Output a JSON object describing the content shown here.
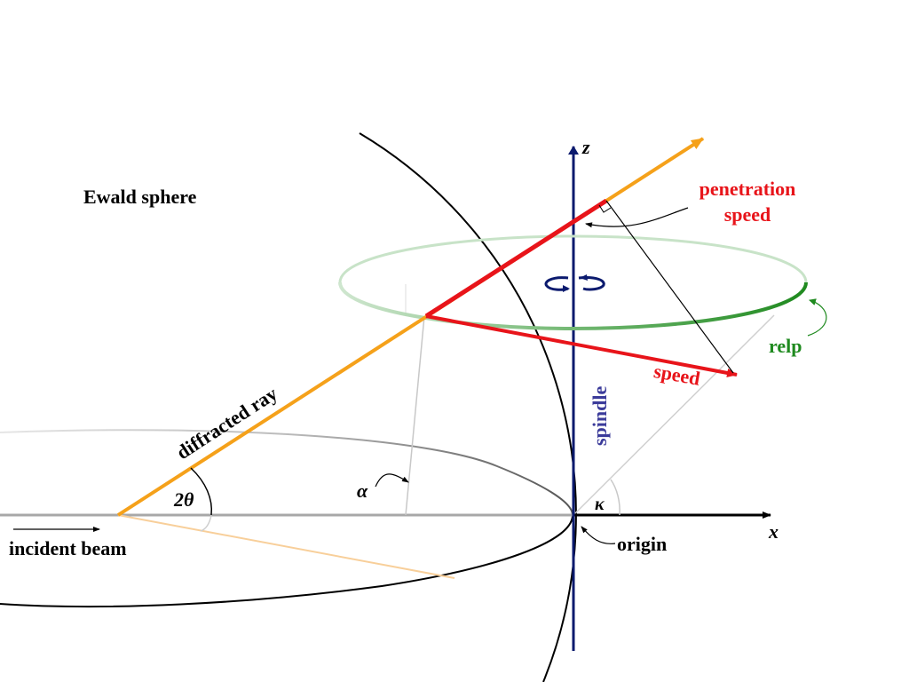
{
  "labels": {
    "ewald_sphere": "Ewald sphere",
    "z_axis": "z",
    "x_axis": "x",
    "penetration_line1": "penetration",
    "penetration_line2": "speed",
    "relp": "relp",
    "speed": "speed",
    "spindle": "spindle",
    "diffracted_ray": "diffracted ray",
    "two_theta": "2θ",
    "alpha": "α",
    "kappa": "κ",
    "incident_beam": "incident beam",
    "origin": "origin"
  },
  "colors": {
    "ray": "#f5a11a",
    "ray_light": "#f8cf9a",
    "speed": "#e8141a",
    "relp": "#1f8a1f",
    "relp_light": "#c8e3c8",
    "spindle": "#0b1a6e",
    "spindle_label": "#3b3b9a",
    "axis": "#000000",
    "sphere": "#000000",
    "guide": "#bdbdbd"
  }
}
